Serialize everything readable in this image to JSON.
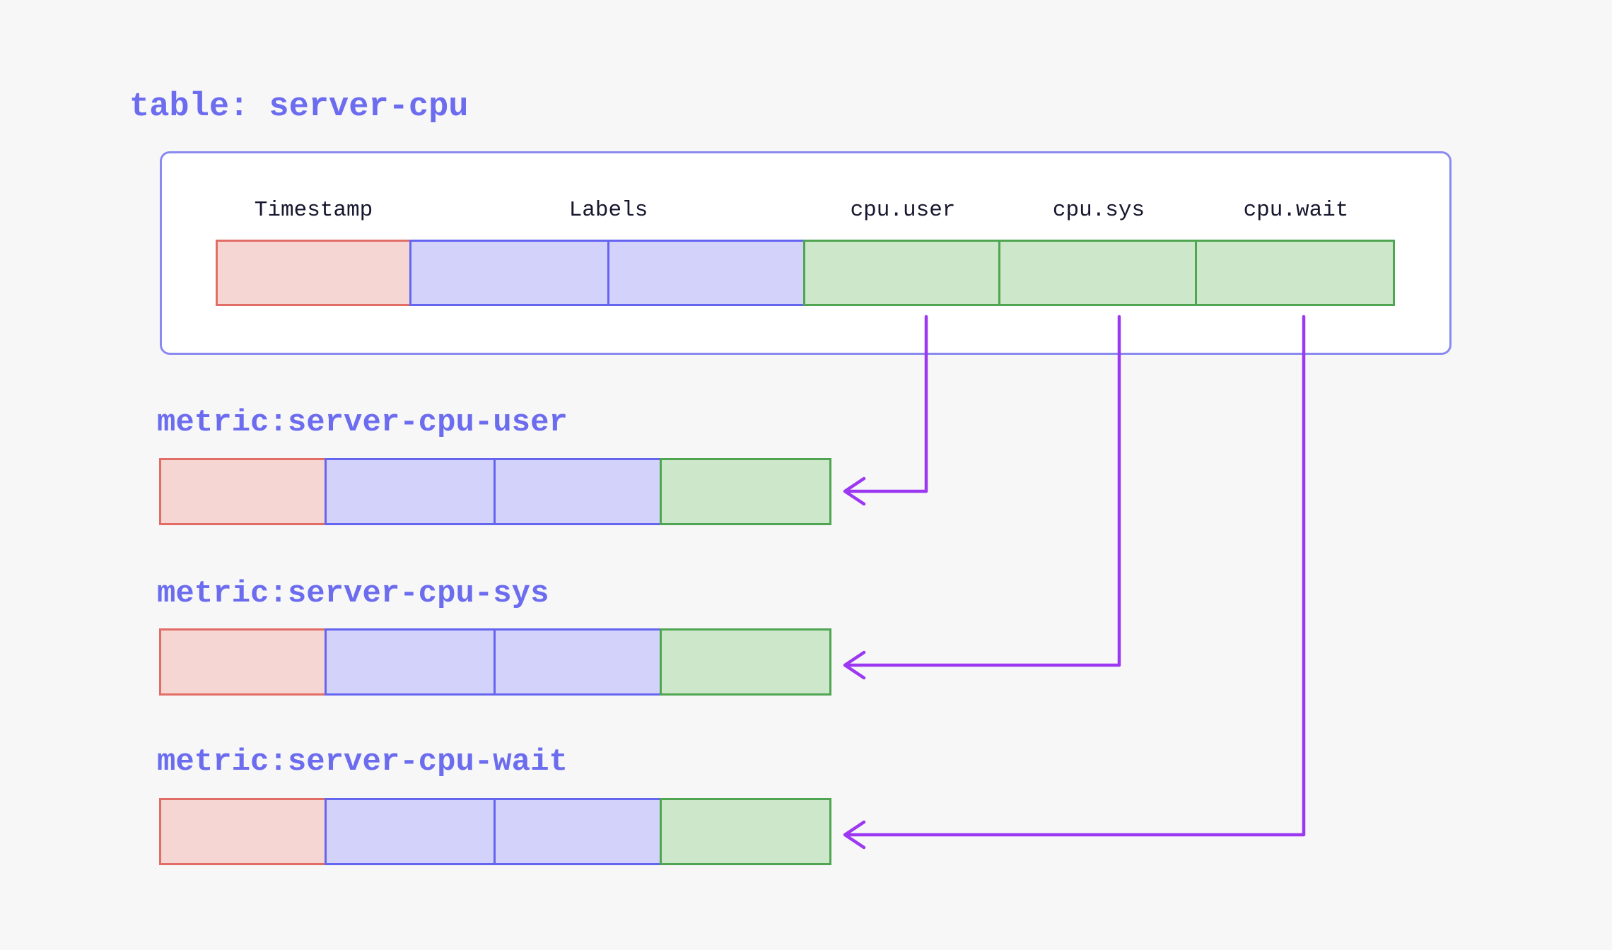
{
  "page": {
    "background": "#f7f7f8"
  },
  "header": {
    "title": "table: server-cpu"
  },
  "table": {
    "columns": [
      {
        "label": "Timestamp",
        "kind": "timestamp"
      },
      {
        "label": "Labels",
        "kind": "labels",
        "cells": 2
      },
      {
        "label": "cpu.user",
        "kind": "metric-field"
      },
      {
        "label": "cpu.sys",
        "kind": "metric-field"
      },
      {
        "label": "cpu.wait",
        "kind": "metric-field"
      }
    ]
  },
  "metrics": [
    {
      "label": "metric:server-cpu-user",
      "source_column": "cpu.user"
    },
    {
      "label": "metric:server-cpu-sys",
      "source_column": "cpu.sys"
    },
    {
      "label": "metric:server-cpu-wait",
      "source_column": "cpu.wait"
    }
  ],
  "colors": {
    "page_bg": "#f7f7f8",
    "accent_text": "#6c6cef",
    "box_border": "#8a8af0",
    "header_text": "#17172e",
    "timestamp_fill": "#f6d6d2",
    "timestamp_border": "#e26d66",
    "labels_fill": "#d2d2fa",
    "labels_border": "#6565f0",
    "field_fill": "#cde7cb",
    "field_border": "#4fa551",
    "arrow": "#9c38f2"
  }
}
